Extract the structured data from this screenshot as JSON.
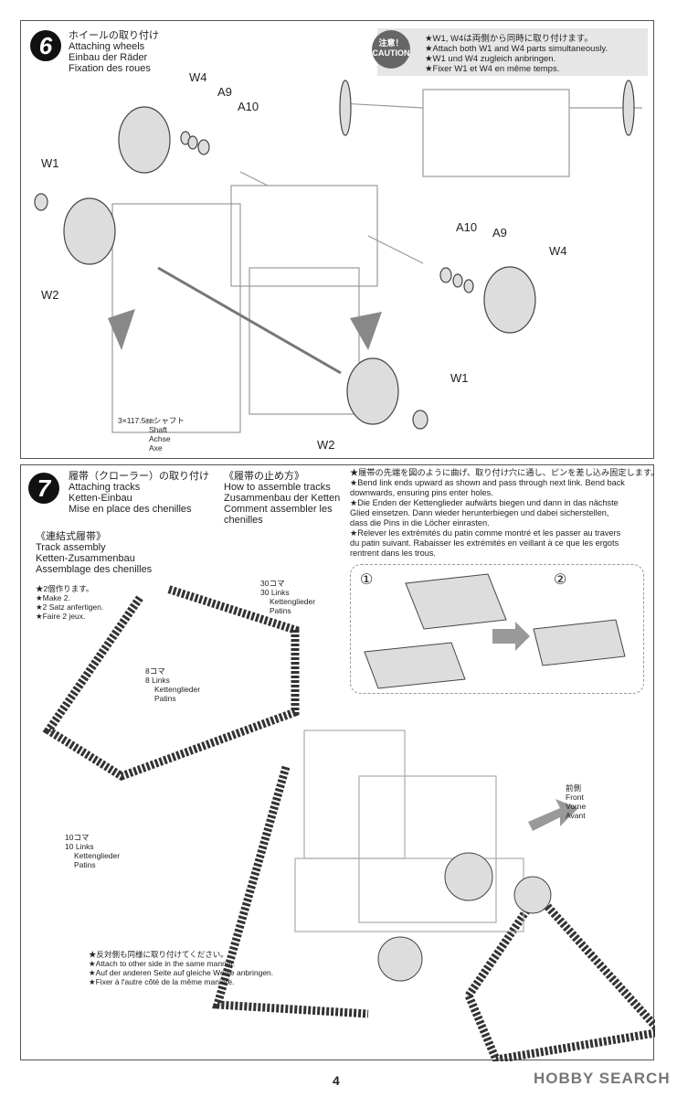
{
  "step6": {
    "number": "6",
    "title": [
      "ホイールの取り付け",
      "Attaching wheels",
      "Einbau der Räder",
      "Fixation des roues"
    ],
    "caution": {
      "badge": "注意！ CAUTION",
      "lines": [
        "★W1, W4は両側から同時に取り付けます。",
        "★Attach both W1 and W4 parts simultaneously.",
        "★W1 und W4 zugleich anbringen.",
        "★Fixer W1 et W4 en même temps."
      ]
    },
    "parts": {
      "w4_left": "W4",
      "a9_left": "A9",
      "a10_left": "A10",
      "w1_left": "W1",
      "w2_left": "W2",
      "a10_right": "A10",
      "a9_right": "A9",
      "w4_right": "W4",
      "w1_right": "W1",
      "w2_right": "W2"
    },
    "shaft": [
      "3×117.5㎜シャフト",
      "Shaft",
      "Achse",
      "Axe"
    ]
  },
  "step7": {
    "number": "7",
    "title": [
      "履帯（クローラー）の取り付け",
      "Attaching tracks",
      "Ketten-Einbau",
      "Mise en place des chenilles"
    ],
    "how_to": [
      "《履帯の止め方》",
      "How to assemble tracks",
      "Zusammenbau der Ketten",
      "Comment assembler les",
      "chenilles"
    ],
    "instructions": [
      "★履帯の先端を図のように曲げ、取り付け穴に通し、ピンを差し込み固定します。",
      "★Bend link ends upward as shown and pass through next link. Bend back",
      "downwards, ensuring pins enter holes.",
      "★Die Enden der Kettenglieder aufwärts biegen und dann in das nächste",
      "Glied einsetzen. Dann wieder herunterbiegen und dabei sicherstellen,",
      "dass die Pins in die Löcher einrasten.",
      "★Relever les extrémités du patin comme montré et les passer au travers",
      "du patin suivant. Rabaisser les extrémités en veillant à ce que les ergots",
      "rentrent dans les trous."
    ],
    "track_assembly": [
      "《連結式履帯》",
      "Track assembly",
      "Ketten-Zusammenbau",
      "Assemblage des chenilles"
    ],
    "make2": [
      "★2個作ります。",
      "★Make 2.",
      "★2 Satz anfertigen.",
      "★Faire 2 jeux."
    ],
    "links30": [
      "30コマ",
      "30 Links",
      "Kettenglieder",
      "Patins"
    ],
    "links8": [
      "8コマ",
      "8 Links",
      "Kettenglieder",
      "Patins"
    ],
    "links10": [
      "10コマ",
      "10 Links",
      "Kettenglieder",
      "Patins"
    ],
    "front": [
      "前側",
      "Front",
      "Vorne",
      "Avant"
    ],
    "inset_steps": [
      "①",
      "②"
    ],
    "other_side": [
      "★反対側も同様に取り付けてください。",
      "★Attach to other side in the same manner.",
      "★Auf der anderen Seite auf gleiche Weise anbringen.",
      "★Fixer à l'autre côté de la même manière."
    ]
  },
  "page_number": "4",
  "watermark": "HOBBY SEARCH"
}
